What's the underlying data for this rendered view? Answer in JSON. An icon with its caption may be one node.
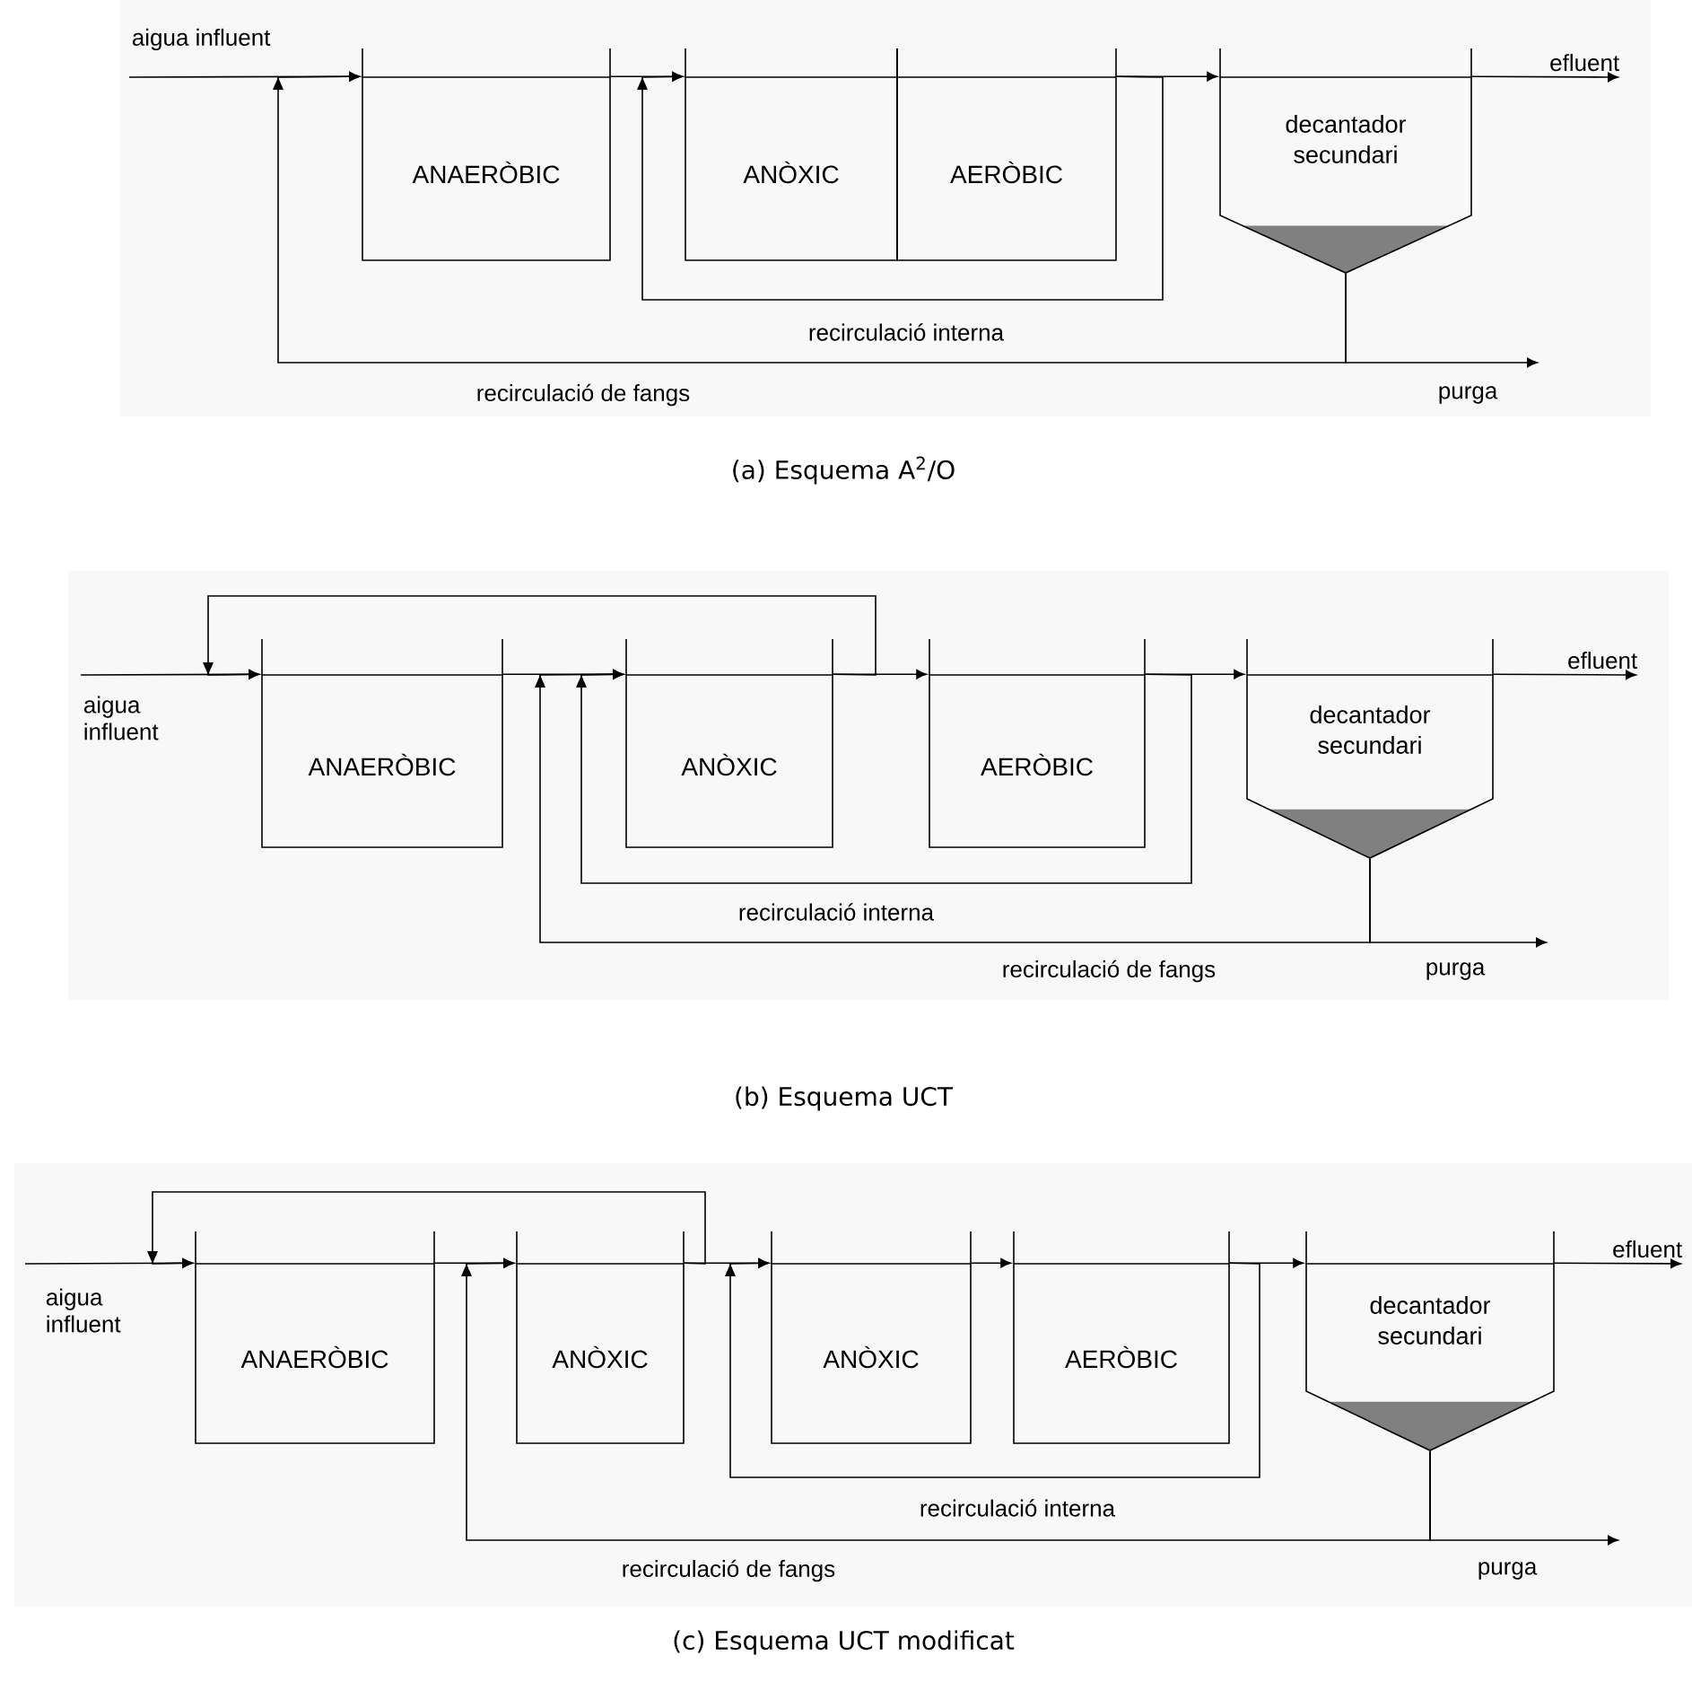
{
  "diagram": {
    "nodes": [
      {
        "text": [
          "ANAERÒBIC"
        ]
      },
      {
        "text": [
          "ANÒXIC"
        ]
      },
      {
        "text": [
          "AERÒBIC"
        ]
      },
      {
        "text": [
          "decantador secundari"
        ]
      },
      {
        "text": [
          "ANAERÒBIC"
        ]
      },
      {
        "text": [
          "ANÒXIC"
        ]
      },
      {
        "text": [
          "AERÒBIC"
        ]
      },
      {
        "text": [
          "decantador secundari"
        ]
      },
      {
        "text": [
          "ANAERÒBIC"
        ]
      },
      {
        "text": [
          "ANÒXIC"
        ]
      },
      {
        "text": [
          "ANÒXIC"
        ]
      },
      {
        "text": [
          "AERÒBIC"
        ]
      },
      {
        "text": [
          "decantador secundari"
        ]
      },
      {
        "text": [
          "efluent"
        ]
      },
      {
        "text": [
          "efluent"
        ]
      },
      {
        "text": [
          "efluent"
        ]
      }
    ],
    "edges": [
      {
        "from": null,
        "to": 0,
        "arrow": "to"
      },
      {
        "from": 0,
        "to": 1,
        "arrow": "to"
      },
      {
        "from": 2,
        "to": 3,
        "arrow": "to"
      },
      {
        "from": 3,
        "to": 13,
        "arrow": "to"
      },
      {
        "from": 2,
        "to": 1,
        "arrow": "to",
        "label": "recirculació interna"
      },
      {
        "from": 3,
        "to": 0,
        "arrow": "to",
        "label": "recirculació de fangs"
      },
      {
        "from": 3,
        "to": null,
        "arrow": "to"
      },
      {
        "from": null,
        "to": 4,
        "arrow": "to"
      },
      {
        "from": 4,
        "to": 5,
        "arrow": "to"
      },
      {
        "from": 5,
        "to": 6,
        "arrow": "to"
      },
      {
        "from": 6,
        "to": 7,
        "arrow": "to"
      },
      {
        "from": 7,
        "to": 14,
        "arrow": "to"
      },
      {
        "from": 5,
        "to": 4,
        "arrow": "to"
      },
      {
        "from": 6,
        "to": 5,
        "arrow": "to",
        "label": "recirculació interna"
      },
      {
        "from": 7,
        "to": 5,
        "arrow": "to",
        "label": "recirculació de fangs"
      },
      {
        "from": 7,
        "to": null,
        "arrow": "to"
      },
      {
        "from": null,
        "to": 8,
        "arrow": "to"
      },
      {
        "from": 8,
        "to": 9,
        "arrow": "to"
      },
      {
        "from": 9,
        "to": 10,
        "arrow": "to"
      },
      {
        "from": 10,
        "to": 11,
        "arrow": "to"
      },
      {
        "from": 11,
        "to": 12,
        "arrow": "to"
      },
      {
        "from": 12,
        "to": 15,
        "arrow": "to"
      },
      {
        "from": 9,
        "to": 8,
        "arrow": "to"
      },
      {
        "from": 11,
        "to": 10,
        "arrow": "to",
        "label": "recirculació interna"
      },
      {
        "from": 12,
        "to": 9,
        "arrow": "to",
        "label": "recirculació de fangs"
      },
      {
        "from": 12,
        "to": null,
        "arrow": "to"
      }
    ],
    "labels": [
      "aigua influent",
      "purga",
      "(a) Esquema A$^{2}$/O",
      "aigua influent",
      "purga",
      "(b) Esquema UCT",
      "aigua influent",
      "purga",
      "(c) Esquema UCT modificat"
    ]
  }
}
